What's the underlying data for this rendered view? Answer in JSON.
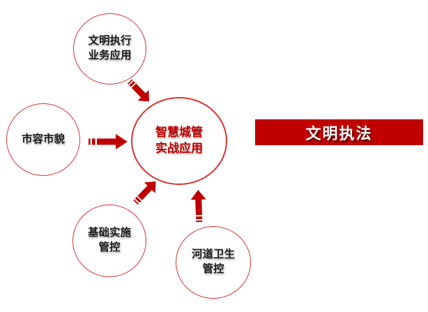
{
  "diagram": {
    "center_node": {
      "line1": "智慧城管",
      "line2": "实战应用"
    },
    "nodes": [
      {
        "id": "top",
        "line1": "文明执行",
        "line2": "业务应用"
      },
      {
        "id": "left",
        "line1": "市容市貌",
        "line2": ""
      },
      {
        "id": "bottom-left",
        "line1": "基础实施",
        "line2": "管控"
      },
      {
        "id": "bottom-right",
        "line1": "河道卫生",
        "line2": "管控"
      }
    ],
    "banner": {
      "label": "文明执法"
    },
    "colors": {
      "circle_stroke": "#df3030",
      "arrow_fill": "#c00000",
      "banner_fill": "#c00000",
      "center_text": "#c00000",
      "node_text": "#1c1c1c",
      "banner_text": "#ffffff",
      "background": "#ffffff"
    }
  }
}
